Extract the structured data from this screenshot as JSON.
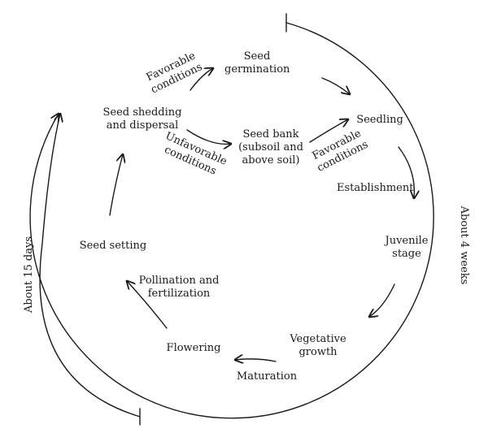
{
  "stages": {
    "seed_germination": "Seed\ngermination",
    "seedling": "Seedling",
    "establishment": "Establishment",
    "juvenile_stage": "Juvenile\nstage",
    "vegetative_growth": "Vegetative\ngrowth",
    "maturation": "Maturation",
    "flowering": "Flowering",
    "pollination_fertilization": "Pollination and\nfertilization",
    "seed_setting": "Seed setting",
    "seed_shedding": "Seed shedding\nand dispersal",
    "seed_bank": "Seed bank\n(subsoil and\nabove soil)"
  },
  "conditions": {
    "favorable_top": "Favorable\nconditions",
    "unfavorable": "Unfavorable\nconditions",
    "favorable_right": "Favorable\nconditions"
  },
  "durations": {
    "four_weeks": "About 4 weeks",
    "fifteen_days": "About 15 days"
  }
}
